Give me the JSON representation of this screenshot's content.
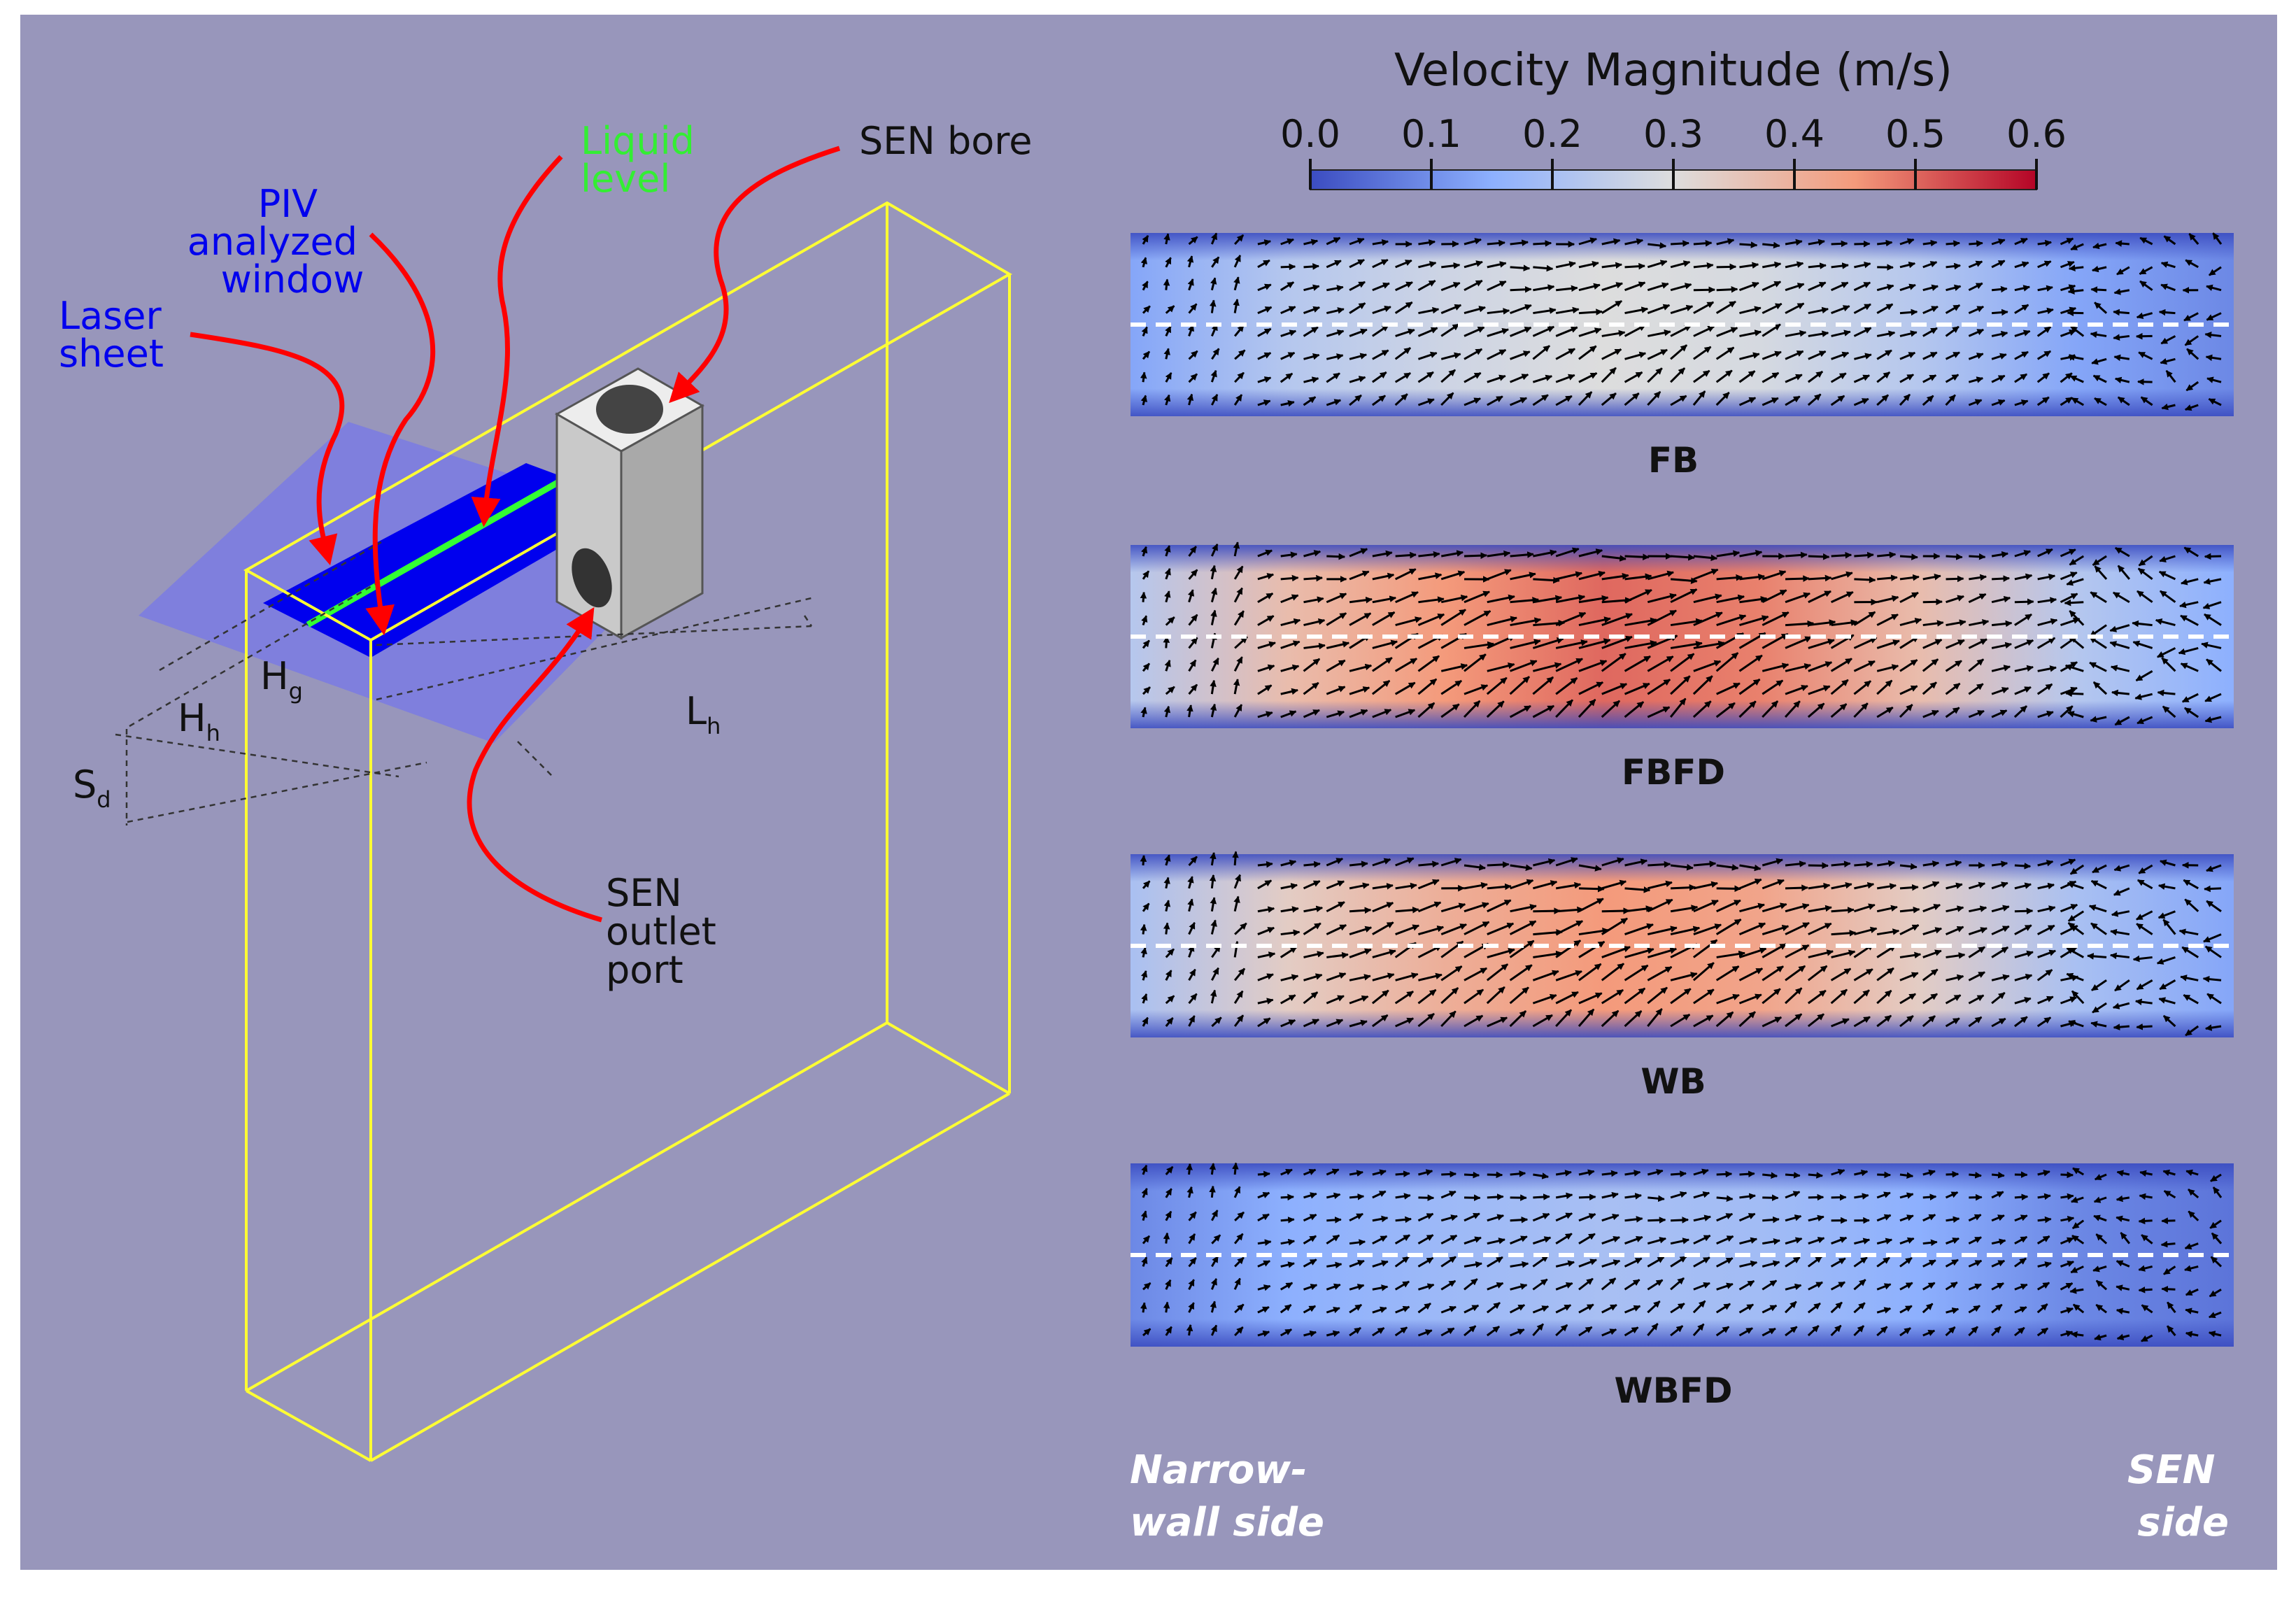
{
  "figure": {
    "background_color": "#9896bb",
    "schematic": {
      "labels": {
        "laser_sheet": [
          "Laser",
          "sheet"
        ],
        "piv_window": [
          "PIV",
          "analyzed",
          "window"
        ],
        "liquid_level": [
          "Liquid",
          "level"
        ],
        "sen_bore": "SEN bore",
        "sen_outlet": [
          "SEN",
          "outlet",
          "port"
        ]
      },
      "dimensions": {
        "hg_main": "H",
        "hg_sub": "g",
        "hh_main": "H",
        "hh_sub": "h",
        "lh_main": "L",
        "lh_sub": "h",
        "sd_main": "S",
        "sd_sub": "d"
      },
      "colors": {
        "mold_edges": "#ffff33",
        "laser_sheet": "#7777e8",
        "piv_window": "#0000ee",
        "liquid_level": "#33ff33",
        "arrows": "#ff0000",
        "sen_label": "#0000ee",
        "liquid_label": "#33ee33"
      }
    },
    "colorbar": {
      "title": "Velocity Magnitude (m/s)",
      "ticks": [
        "0.0",
        "0.1",
        "0.2",
        "0.3",
        "0.4",
        "0.5",
        "0.6"
      ],
      "range": [
        0.0,
        0.6
      ],
      "colormap": [
        "#3b4cc0",
        "#8db0fe",
        "#dddddd",
        "#f49a7b",
        "#b40426"
      ]
    },
    "flow_panels": [
      {
        "label": "FB",
        "peak_velocity": 0.3
      },
      {
        "label": "FBFD",
        "peak_velocity": 0.5
      },
      {
        "label": "WB",
        "peak_velocity": 0.45
      },
      {
        "label": "WBFD",
        "peak_velocity": 0.2
      }
    ],
    "side_labels": {
      "left": [
        "Narrow-",
        "wall side"
      ],
      "right": [
        "SEN",
        "side"
      ]
    }
  }
}
